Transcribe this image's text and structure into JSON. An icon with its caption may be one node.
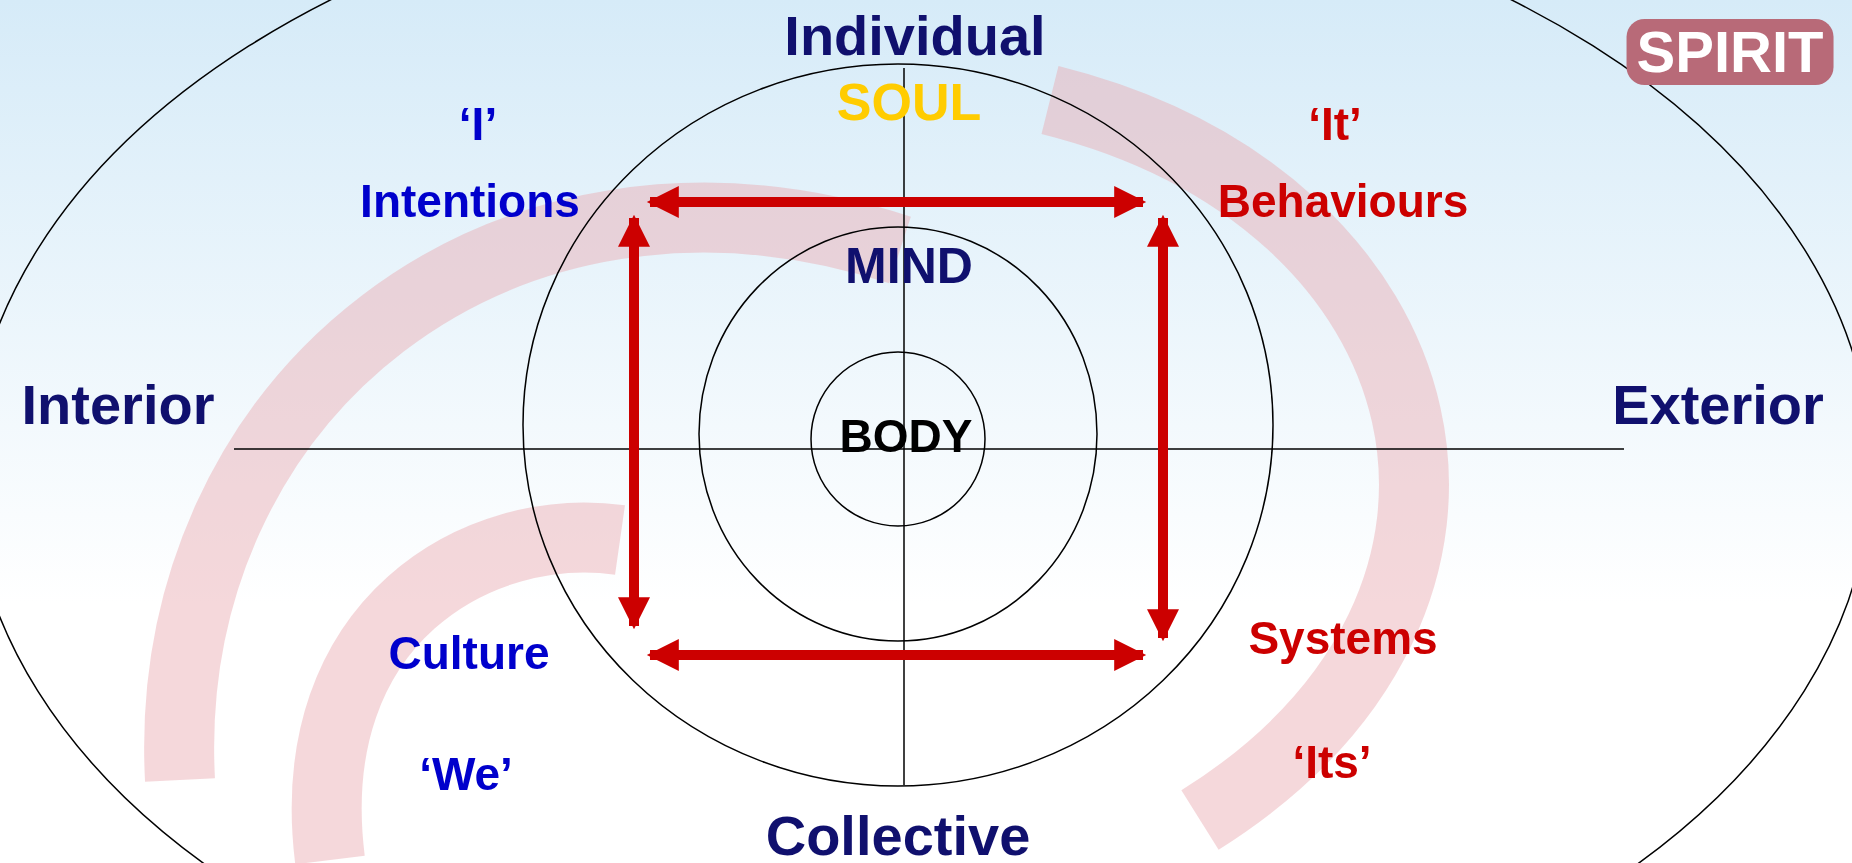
{
  "diagram": {
    "nodes": [
      {
        "text": [
          "SPIRIT"
        ]
      },
      {
        "text": [
          "SOUL"
        ],
        "in": 0
      },
      {
        "text": [
          "MIND"
        ],
        "in": 1
      },
      {
        "text": [
          "BODY"
        ],
        "in": 2
      },
      {
        "text": [
          "‘I’",
          "Intentions"
        ],
        "in": 0
      },
      {
        "text": [
          "‘It’",
          "Behaviours"
        ],
        "in": 0
      },
      {
        "text": [
          "Culture",
          "‘We’"
        ],
        "in": 0
      },
      {
        "text": [
          "Systems",
          "‘Its’"
        ],
        "in": 0
      }
    ],
    "edges": [
      {
        "from": 4,
        "to": 5,
        "arrow": "both"
      },
      {
        "from": 4,
        "to": 6,
        "arrow": "both"
      },
      {
        "from": 5,
        "to": 7,
        "arrow": "both"
      },
      {
        "from": 6,
        "to": 7,
        "arrow": "both"
      }
    ],
    "labels": [
      "Individual",
      "Interior",
      "Exterior",
      "Collective"
    ]
  }
}
